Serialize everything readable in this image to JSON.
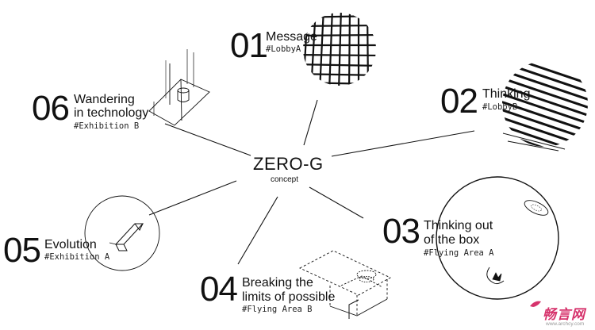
{
  "center": {
    "title": "ZERO-G",
    "subtitle": "concept"
  },
  "nodes": [
    {
      "id": "message",
      "number": "01",
      "title_lines": [
        "Message"
      ],
      "tag": "#LobbyA"
    },
    {
      "id": "thinking",
      "number": "02",
      "title_lines": [
        "Thinking"
      ],
      "tag": "#LobbyB"
    },
    {
      "id": "box",
      "number": "03",
      "title_lines": [
        "Thinking out",
        "of the box"
      ],
      "tag": "#Flying Area A"
    },
    {
      "id": "breaking",
      "number": "04",
      "title_lines": [
        "Breaking the",
        "limits of possible"
      ],
      "tag": "#Flying Area B"
    },
    {
      "id": "evolution",
      "number": "05",
      "title_lines": [
        "Evolution"
      ],
      "tag": "#Exhibition A"
    },
    {
      "id": "wandering",
      "number": "06",
      "title_lines": [
        "Wandering",
        "in technology"
      ],
      "tag": "#Exhibition B"
    }
  ],
  "colors": {
    "ink": "#111111",
    "watermark": "#d6336c"
  },
  "watermark": {
    "text": "畅言网",
    "url_text": "www.archcy.com"
  }
}
